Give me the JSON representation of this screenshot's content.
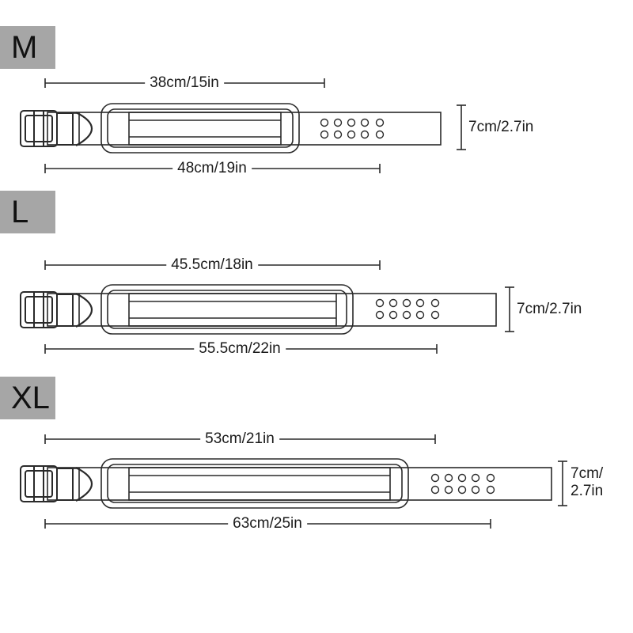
{
  "sizes": [
    {
      "id": "m",
      "label": "M",
      "min_length": "38cm/15in",
      "max_length": "48cm/19in",
      "height": "7cm/2.7in",
      "height_lines": [
        "7cm/2.7in"
      ]
    },
    {
      "id": "l",
      "label": "L",
      "min_length": "45.5cm/18in",
      "max_length": "55.5cm/22in",
      "height": "7cm/2.7in",
      "height_lines": [
        "7cm/2.7in"
      ]
    },
    {
      "id": "xl",
      "label": "XL",
      "min_length": "53cm/21in",
      "max_length": "63cm/25in",
      "height": "7cm/2.7in",
      "height_lines": [
        "7cm/",
        "2.7in"
      ]
    }
  ],
  "colors": {
    "badge": "#a6a6a6",
    "stroke": "#2a2a2a"
  },
  "icons": [
    "buckle-icon",
    "d-ring-icon",
    "grommet-icon"
  ]
}
